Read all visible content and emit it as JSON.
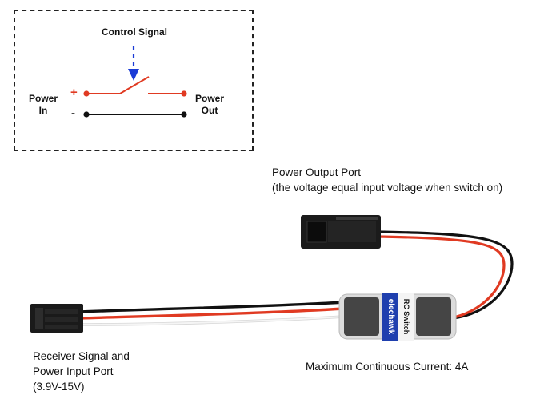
{
  "schematic": {
    "control_signal": "Control Signal",
    "power_in_line1": "Power",
    "power_in_line2": "In",
    "power_out_line1": "Power",
    "power_out_line2": "Out",
    "plus_sign": "+",
    "minus_sign": "-"
  },
  "labels": {
    "output_port_title": "Power Output Port",
    "output_port_note": "(the voltage equal input voltage when switch on)",
    "input_port_line1": "Receiver Signal and",
    "input_port_line2": "Power Input Port",
    "input_port_line3": "(3.9V-15V)",
    "max_current": "Maximum Continuous Current: 4A"
  },
  "device": {
    "brand": "elechawk",
    "model": "RC Switch"
  },
  "colors": {
    "positive_wire": "#e03a22",
    "negative_wire": "#111111",
    "control_arrow": "#1a3bd6",
    "signal_wire": "#f2f2f2",
    "device_band": "#1f3fae"
  }
}
